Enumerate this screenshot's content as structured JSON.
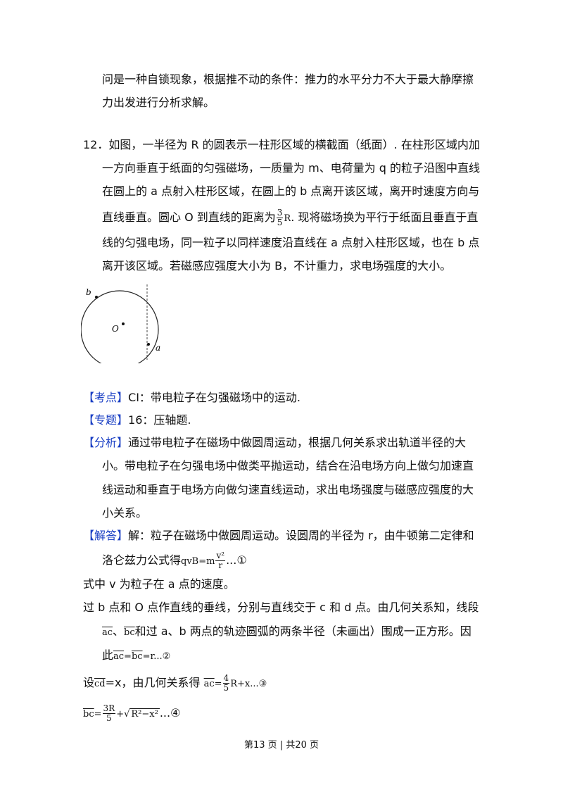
{
  "top": {
    "line1": "问是一种自锁现象，根据推不动的条件：推力的水平分力不大于最大静摩擦",
    "line2": "力出发进行分析求解。"
  },
  "problem": {
    "number": "12．",
    "line1": "如图，一半径为 R 的圆表示一柱形区域的横截面（纸面）. 在柱形区域内加",
    "line2": "一方向垂直于纸面的匀强磁场，一质量为 m、电荷量为 q 的粒子沿图中直线",
    "line3": "在圆上的 a 点射入柱形区域，在圆上的 b 点离开该区域，离开时速度方向与",
    "line4a": "直线垂直。圆心 O 到直线的距离为",
    "frac_num": "3",
    "frac_den": "5",
    "frac_var": "R",
    "line4b": ". 现将磁场换为平行于纸面且垂直于直",
    "line5": "线的匀强电场，同一粒子以同样速度沿直线在 a 点射入柱形区域，也在 b 点",
    "line6": "离开该区域。若磁感应强度大小为 B，不计重力，求电场强度的大小。"
  },
  "diagram": {
    "label_b": "b",
    "label_o": "O",
    "label_a": "a"
  },
  "kaodian": {
    "tag": "【考点】",
    "text": "CI：带电粒子在匀强磁场中的运动."
  },
  "zhuanti": {
    "tag": "【专题】",
    "text": "16：压轴题."
  },
  "fenxi": {
    "tag": "【分析】",
    "line1": "通过带电粒子在磁场中做圆周运动，根据几何关系求出轨道半径的大",
    "line2": "小。带电粒子在匀强电场中做类平抛运动，结合在沿电场方向上做匀加速直",
    "line3": "线运动和垂直于电场方向做匀速直线运动，求出电场强度与磁感应强度的大",
    "line4": "小关系。"
  },
  "jieda": {
    "tag": "【解答】",
    "line1": "解：粒子在磁场中做圆周运动。设圆周的半径为 r，由牛顿第二定律和",
    "line2a": "洛仑兹力公式得",
    "eq1_lhs": "qvB=m",
    "eq1_num": "v²",
    "eq1_den": "r",
    "eq1_tail": "...①",
    "line3": "式中 v 为粒子在 a 点的速度。",
    "line4": "过 b 点和 O 点作直线的垂线，分别与直线交于 c 和 d 点。由几何关系知，线段",
    "seg_ac": "ac",
    "sep": "、",
    "seg_bc": "bc",
    "line5b": "和过 a、b 两点的轨迹圆弧的两条半径（未画出）围成一正方形。因",
    "line6a": "此",
    "eq2_eq1": "=",
    "eq2_tail": "=r...②",
    "line7a": "设",
    "seg_cd": "cd",
    "line7b": "=x，由几何关系得",
    "eq3_eq": "=",
    "eq3_num": "4",
    "eq3_den": "5",
    "eq3_tail": "R+x...③",
    "eq4_eq": "=",
    "eq4_num": "3R",
    "eq4_den": "5",
    "eq4_plus": "+",
    "eq4_rad": "R²−x²",
    "eq4_tail": "...④"
  },
  "footer": "第13 页  |  共20 页"
}
